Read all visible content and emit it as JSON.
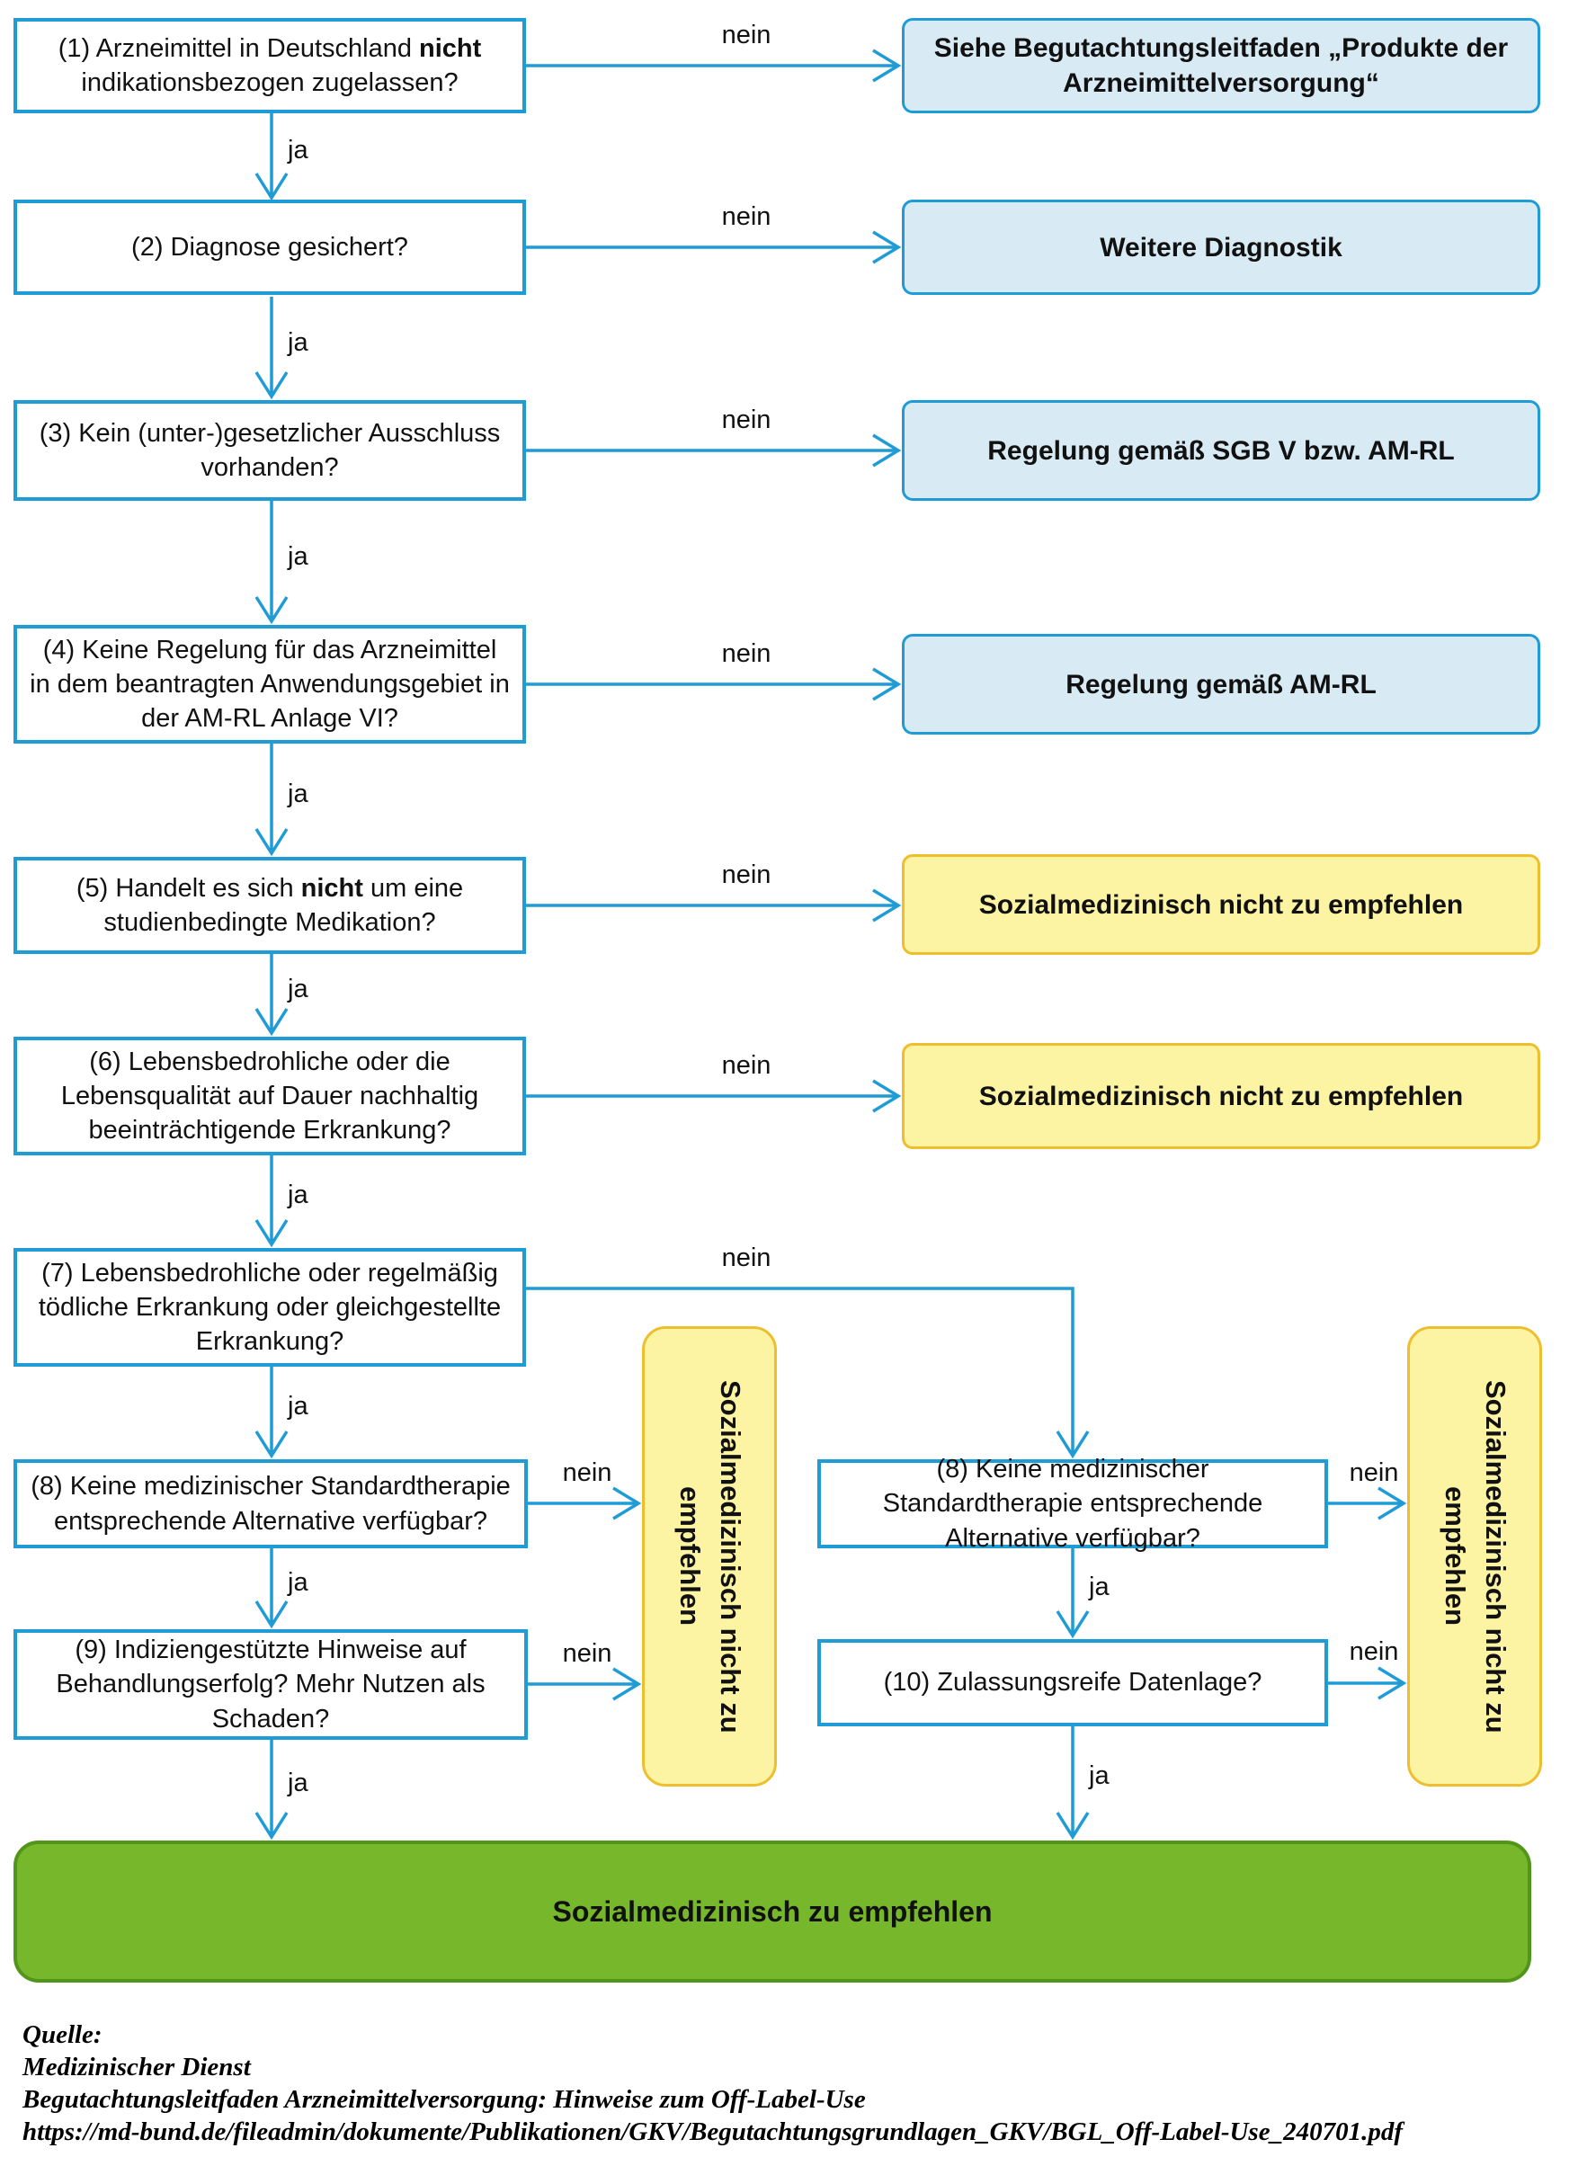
{
  "labels": {
    "yes": "ja",
    "no": "nein"
  },
  "decisions": [
    {
      "pre": "(1) Arzneimittel in Deutschland ",
      "bold": "nicht",
      "post": " indikationsbezogen zugelassen?"
    },
    {
      "pre": "(2) Diagnose gesichert?",
      "bold": "",
      "post": ""
    },
    {
      "pre": "(3) Kein (unter-)gesetzlicher Ausschluss vorhanden?",
      "bold": "",
      "post": ""
    },
    {
      "pre": "(4) Keine Regelung für das Arzneimittel in dem beantragten Anwendungsgebiet in der AM-RL Anlage VI?",
      "bold": "",
      "post": ""
    },
    {
      "pre": "(5) Handelt es sich ",
      "bold": "nicht",
      "post": " um eine studienbedingte Medikation?"
    },
    {
      "pre": "(6) Lebensbedrohliche oder die Lebensqualität auf Dauer nachhaltig beeinträchtigende Erkrankung?",
      "bold": "",
      "post": ""
    },
    {
      "pre": "(7) Lebensbedrohliche oder regelmäßig tödliche Erkrankung oder gleichgestellte Erkrankung?",
      "bold": "",
      "post": ""
    },
    {
      "pre": "(8) Keine medizinischer Standardtherapie entsprechende Alternative verfügbar?",
      "bold": "",
      "post": ""
    },
    {
      "pre": "(9) Indiziengestützte Hinweise auf Behandlungserfolg? Mehr Nutzen als Schaden?",
      "bold": "",
      "post": ""
    },
    {
      "pre": "(8) Keine medizinischer Standardtherapie entsprechende Alternative verfügbar?",
      "bold": "",
      "post": ""
    },
    {
      "pre": "(10) Zulassungsreife Datenlage?",
      "bold": "",
      "post": ""
    }
  ],
  "outcomes": {
    "guideline": "Siehe Begutachtungsleitfaden „Produkte der Arzneimittelversorgung“",
    "diagnostics": "Weitere Diagnostik",
    "sgb": "Regelung gemäß SGB V bzw. AM-RL",
    "amrl": "Regelung gemäß AM-RL",
    "not_recommended": "Sozialmedizinisch nicht zu empfehlen",
    "not_recommended_line1": "Sozialmedizinisch nicht zu",
    "not_recommended_line2": "empfehlen",
    "recommended": "Sozialmedizinisch zu empfehlen"
  },
  "footer": {
    "line1": "Quelle:",
    "line2": "Medizinischer Dienst",
    "line3": "Begutachtungsleitfaden Arzneimittelversorgung: Hinweise zum Off-Label-Use",
    "line4": "https://md-bund.de/fileadmin/dokumente/Publikationen/GKV/Begutachtungsgrundlagen_GKV/BGL_Off-Label-Use_240701.pdf"
  },
  "colors": {
    "accent_blue": "#1F9CD6",
    "light_blue_fill": "#D8EAF4",
    "yellow_fill": "#FCF4A3",
    "yellow_border": "#EDBF2E",
    "green_fill": "#77B72B",
    "green_border": "#52951B"
  }
}
